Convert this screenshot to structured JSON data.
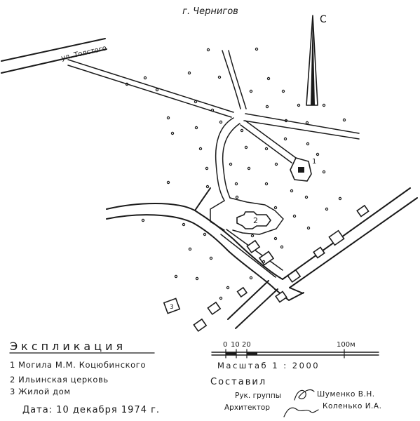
{
  "city_title": "г. Чернигов",
  "north_label": "С",
  "street_label": "ул. Толстого",
  "markers": {
    "grave": "1",
    "church": "2",
    "house": "3"
  },
  "legend": {
    "title": "Экспликация",
    "items": [
      "1  Могила  М.М. Коцюбинского",
      "2  Ильинская  церковь",
      "3  Жилой  дом"
    ]
  },
  "scale": {
    "tick_0": "0",
    "tick_10": "10",
    "tick_20": "20",
    "tick_100": "100м",
    "label": "Масштаб  1 : 2000"
  },
  "credits": {
    "compiled": "Составил",
    "lead_role": "Рук. группы",
    "lead_name": "Шуменко В.Н.",
    "architect_role": "Архитектор",
    "architect_name": "Коленько И.А."
  },
  "date": "Дата:  10 декабря  1974 г.",
  "colors": {
    "ink": "#1a1a1a",
    "paper": "#ffffff"
  }
}
